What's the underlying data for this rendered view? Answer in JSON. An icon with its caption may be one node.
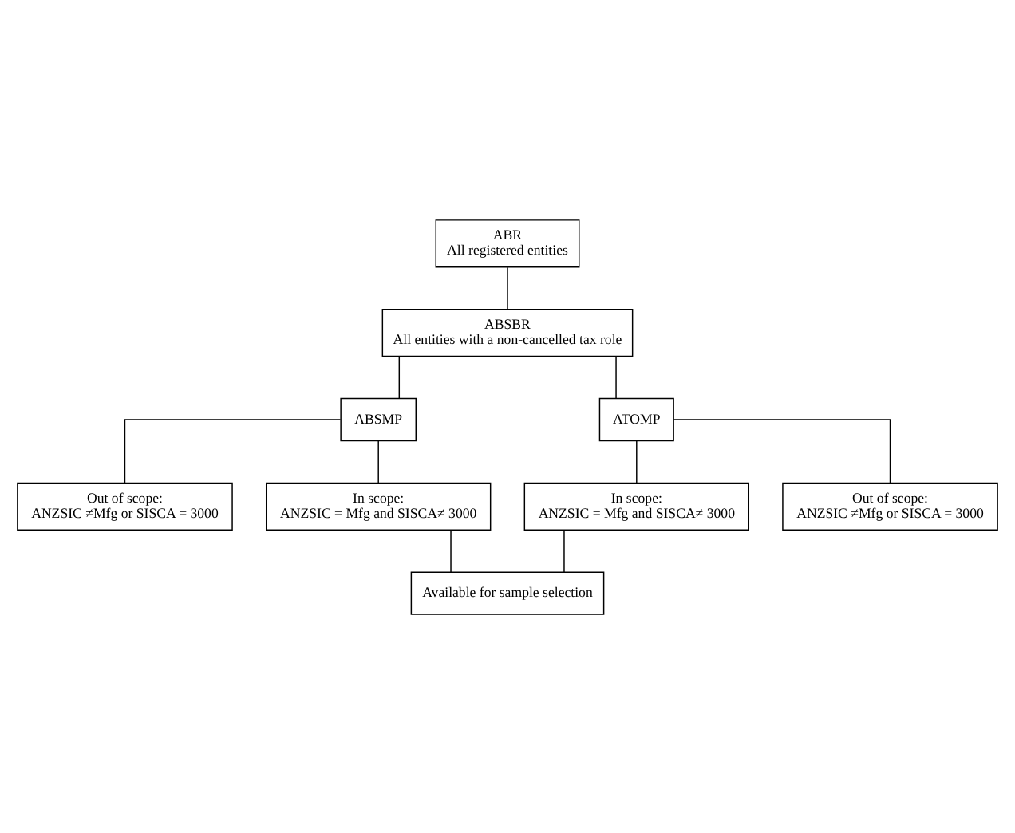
{
  "diagram": {
    "nodes": [
      {
        "text": [
          "ABR",
          "All registered entities"
        ]
      },
      {
        "text": [
          "ABSBR",
          "All entities with a non-cancelled tax role"
        ]
      },
      {
        "text": [
          "ABSMP"
        ]
      },
      {
        "text": [
          "ATOMP"
        ]
      },
      {
        "text": [
          "Out of scope:",
          "ANZSIC ≠Mfg or SISCA = 3000"
        ]
      },
      {
        "text": [
          "In scope:",
          "ANZSIC = Mfg and SISCA≠ 3000"
        ]
      },
      {
        "text": [
          "In scope:",
          "ANZSIC = Mfg and SISCA≠ 3000"
        ]
      },
      {
        "text": [
          "Out of scope:",
          "ANZSIC ≠Mfg or SISCA = 3000"
        ]
      },
      {
        "text": [
          "Available for sample selection"
        ]
      }
    ],
    "edges": [
      {
        "from": 0,
        "to": 1,
        "arrow": "none"
      },
      {
        "from": 1,
        "to": 2,
        "arrow": "none"
      },
      {
        "from": 1,
        "to": 3,
        "arrow": "none"
      },
      {
        "from": 2,
        "to": 4,
        "arrow": "none"
      },
      {
        "from": 2,
        "to": 5,
        "arrow": "none"
      },
      {
        "from": 3,
        "to": 6,
        "arrow": "none"
      },
      {
        "from": 3,
        "to": 7,
        "arrow": "none"
      },
      {
        "from": 5,
        "to": 8,
        "arrow": "none"
      },
      {
        "from": 6,
        "to": 8,
        "arrow": "none"
      }
    ]
  }
}
